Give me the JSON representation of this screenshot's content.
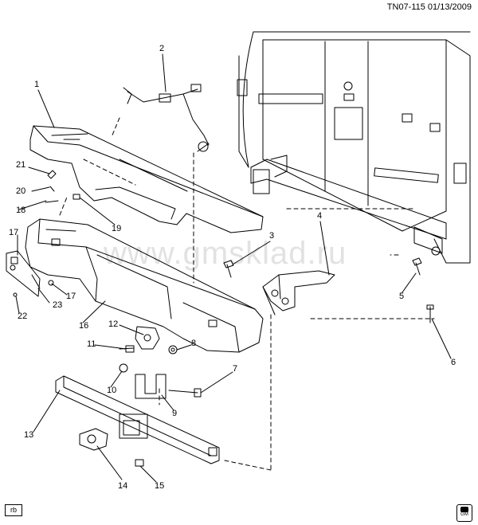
{
  "header": {
    "code": "TN07-115  01/13/2009"
  },
  "watermark": "www.gmsklad.ru",
  "footer": {
    "rb_label": "rb",
    "logo_text": "GM"
  },
  "callouts": [
    "1",
    "2",
    "3",
    "4",
    "5",
    "6",
    "7",
    "8",
    "9",
    "10",
    "11",
    "12",
    "13",
    "14",
    "15",
    "16",
    "17",
    "17",
    "18",
    "19",
    "20",
    "21",
    "22",
    "23"
  ]
}
